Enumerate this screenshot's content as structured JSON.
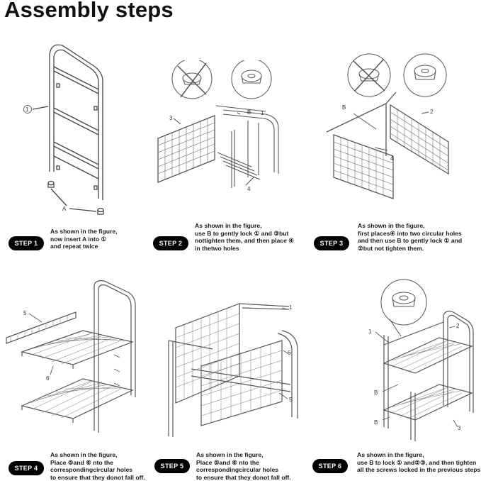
{
  "title": "Assembly steps",
  "steps": [
    {
      "badge": "STEP 1",
      "lines": [
        "As shown in the figure,",
        "now insert A into ①",
        "and repeat twice"
      ]
    },
    {
      "badge": "STEP 2",
      "lines": [
        "As shown in the figure,",
        "use B to gently lock ① and ③but",
        "nottighten them, and then place ④",
        "in thetwo holes"
      ]
    },
    {
      "badge": "STEP 3",
      "lines": [
        "As shown in the figure,",
        "first places④ into two circular holes",
        "and then use B to gently lock ① and",
        "②but not tighten them."
      ]
    },
    {
      "badge": "STEP 4",
      "lines": [
        "As shown in the figure,",
        "Place ⑤and ⑥ nto the",
        "correspondingcircular holes",
        "to ensure that they donot fall off."
      ]
    },
    {
      "badge": "STEP 5",
      "lines": [
        "As shown in the figure,",
        "Place ⑤and ⑥ nto the",
        "correspondingcircular holes",
        "to ensure that they donot fall off."
      ]
    },
    {
      "badge": "STEP 6",
      "lines": [
        "As shown in the figure,",
        "use B to lock ① and②③,    and then tighten",
        "all the screws locked in the previous steps.."
      ]
    }
  ],
  "labels": {
    "one": "①",
    "two": "②",
    "three": "③",
    "four": "④",
    "five": "⑤",
    "six": "⑥",
    "A": "A",
    "B": "B"
  }
}
